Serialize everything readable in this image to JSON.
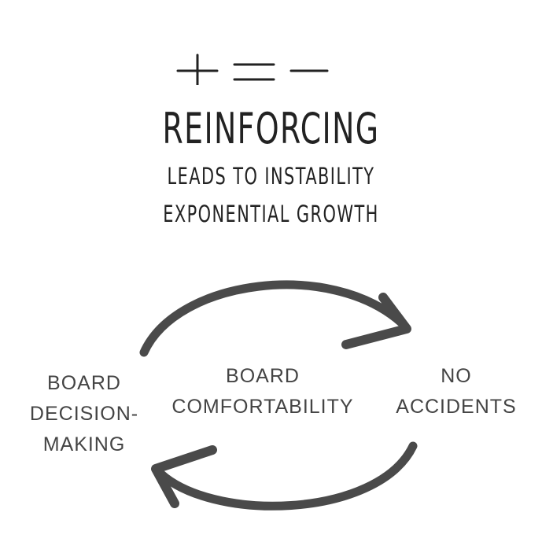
{
  "header": {
    "symbols": [
      "+",
      "=",
      "−"
    ],
    "title": "REINFORCING",
    "line1": "LEADS TO INSTABILITY",
    "line2": "EXPONENTIAL GROWTH"
  },
  "nodes": {
    "left": [
      "BOARD",
      "DECISION-",
      "MAKING"
    ],
    "center": [
      "BOARD",
      "COMFORTABILITY"
    ],
    "right": [
      "NO",
      "ACCIDENTS"
    ]
  },
  "colors": {
    "text": "#444444",
    "arrow": "#4a4a4a",
    "background": "#ffffff"
  }
}
